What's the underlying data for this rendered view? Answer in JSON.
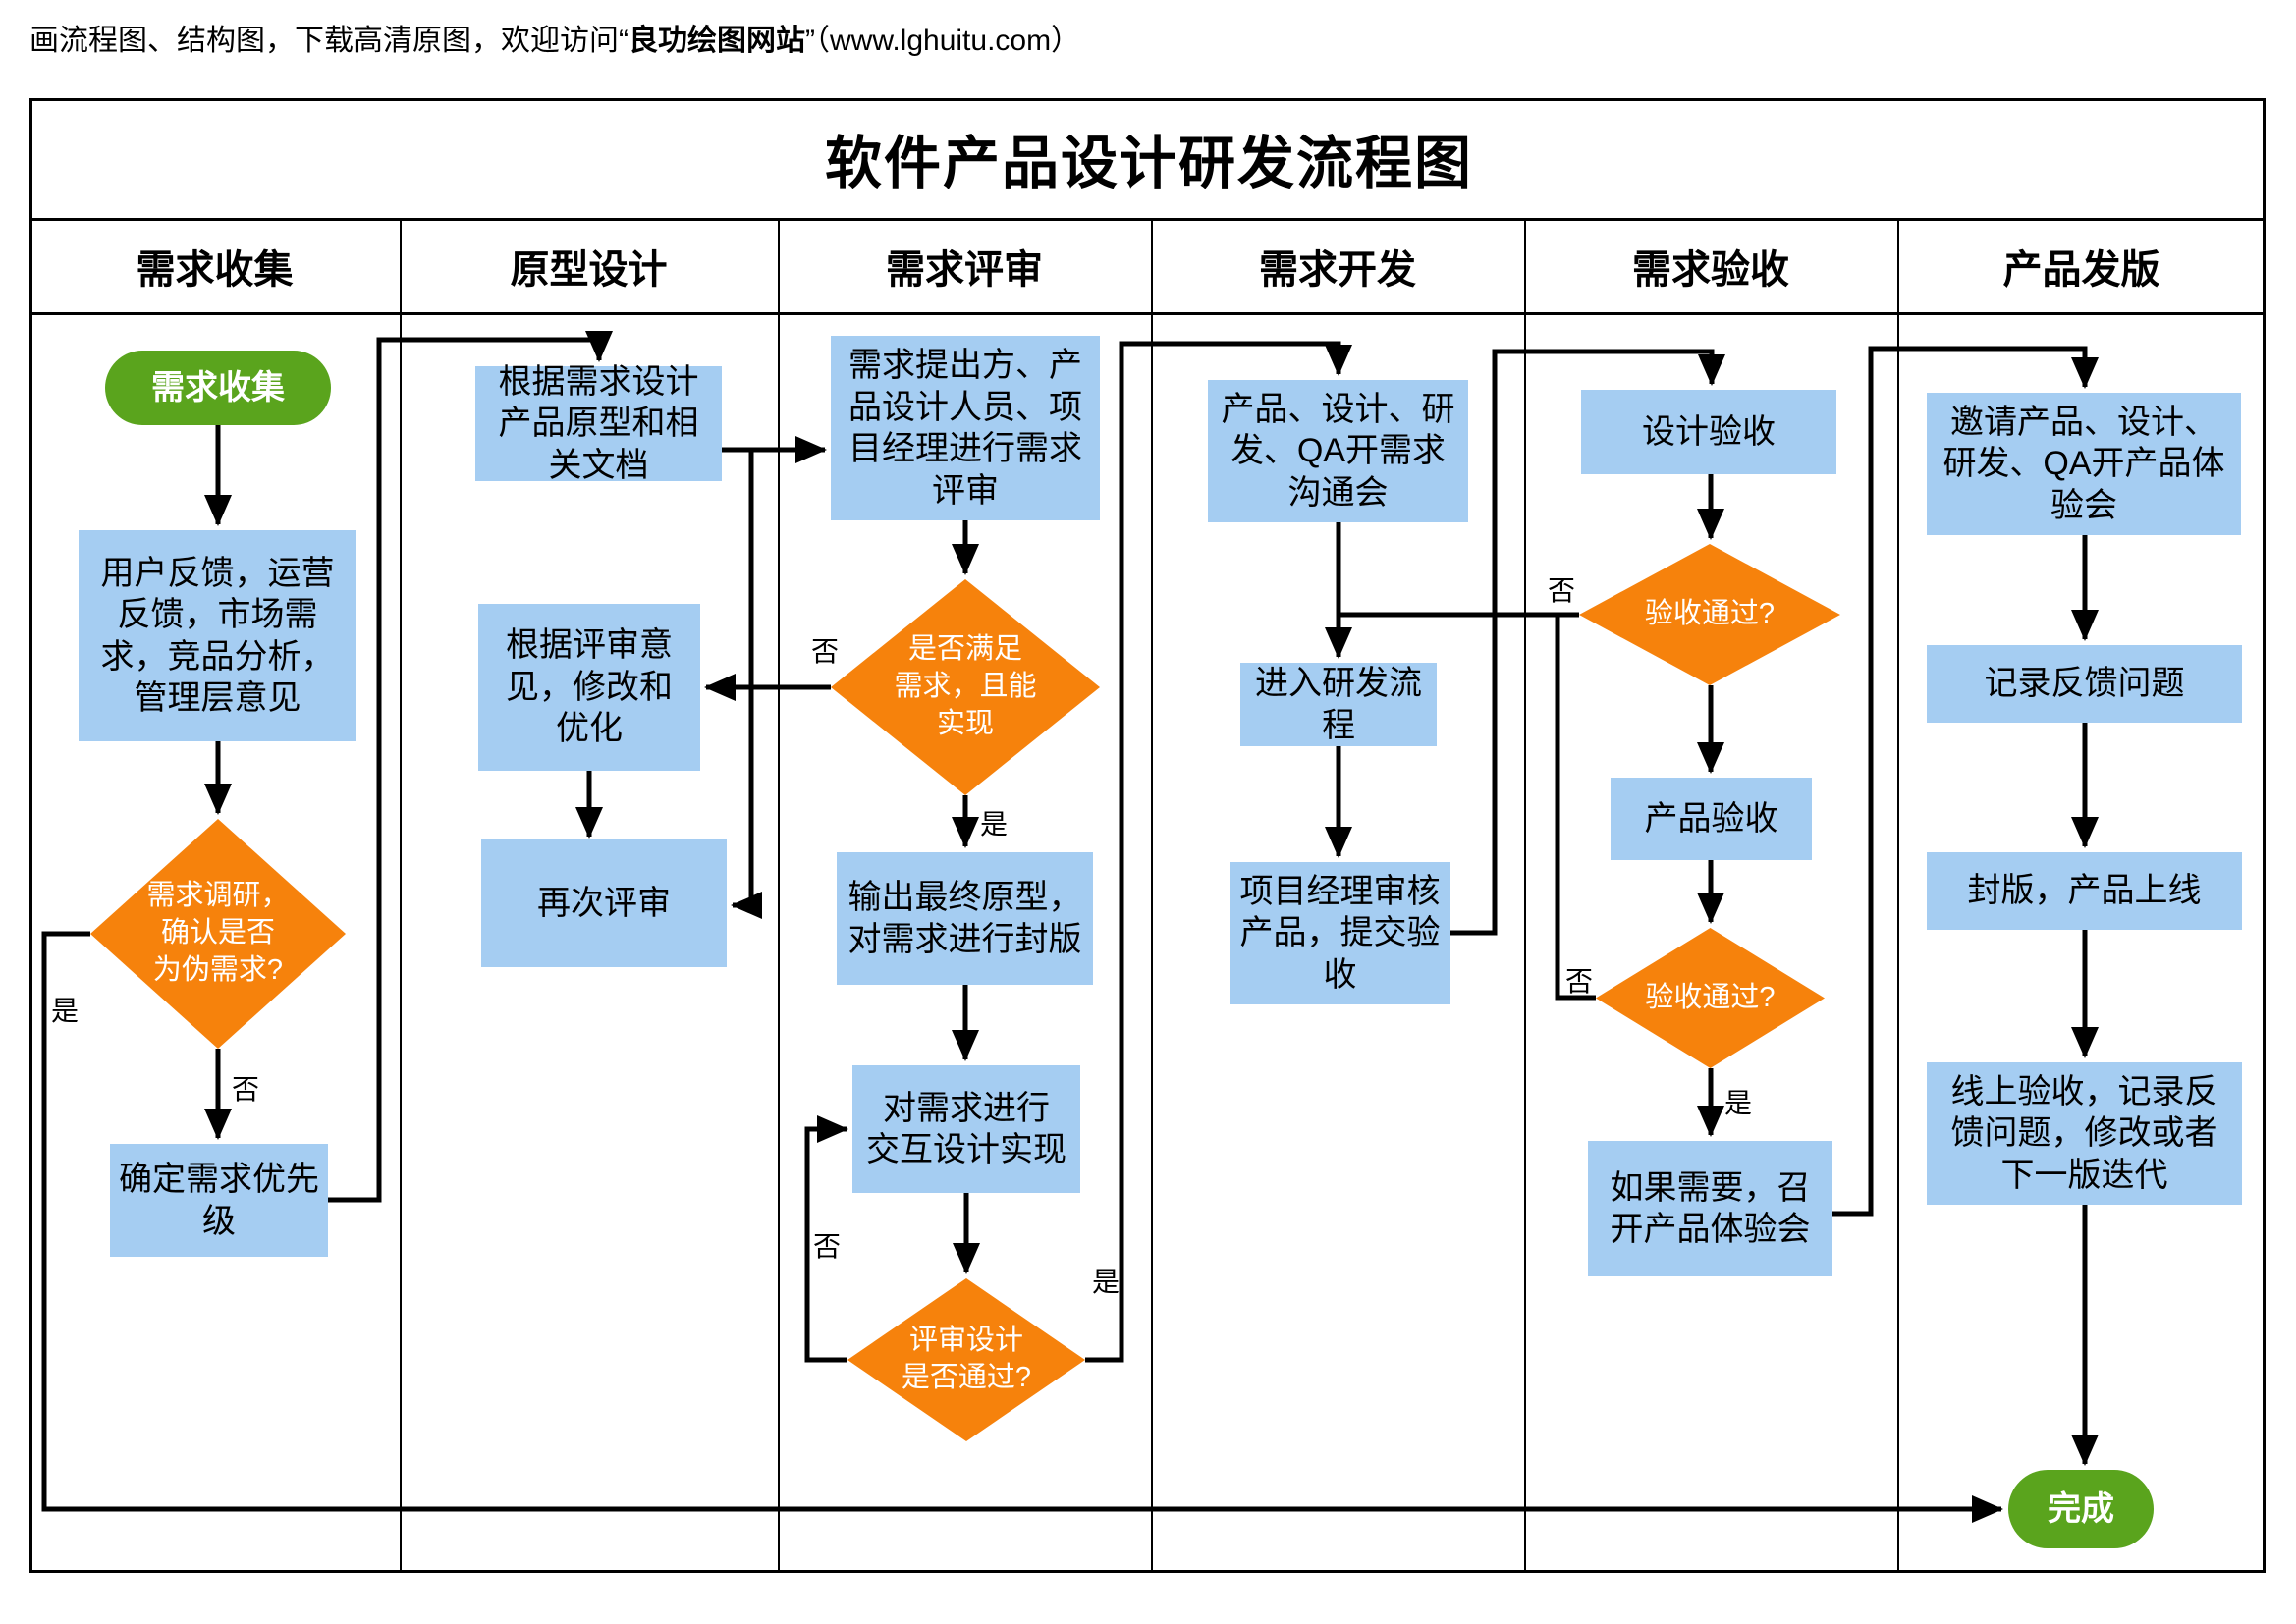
{
  "credit": {
    "prefix": "画流程图、结构图，下载高清原图，欢迎访问“",
    "site": "良功绘图网站",
    "suffix": "”（www.lghuitu.com）"
  },
  "title": "软件产品设计研发流程图",
  "columns": [
    "需求收集",
    "原型设计",
    "需求评审",
    "需求开发",
    "需求验收",
    "产品发版"
  ],
  "colors": {
    "process_fill": "#a5cdf2",
    "decision_fill": "#f6820c",
    "terminal_fill": "#5aa41d",
    "line": "#000000"
  },
  "nodes": [
    {
      "id": "start",
      "type": "terminal",
      "label": "需求收集"
    },
    {
      "id": "feedback-sources",
      "type": "process",
      "label": "用户反馈，运营\n反馈，市场需\n求，竞品分析，\n管理层意见"
    },
    {
      "id": "research-decision",
      "type": "decision",
      "label": "需求调研，\n确认是否\n为伪需求?"
    },
    {
      "id": "prioritize",
      "type": "process",
      "label": "确定需求优先\n级"
    },
    {
      "id": "design-prototype",
      "type": "process",
      "label": "根据需求设计\n产品原型和相\n关文档"
    },
    {
      "id": "revise-optimize",
      "type": "process",
      "label": "根据评审意\n见，修改和\n优化"
    },
    {
      "id": "re-review",
      "type": "process",
      "label": "再次评审"
    },
    {
      "id": "review-meeting",
      "type": "process",
      "label": "需求提出方、产\n品设计人员、项\n目经理进行需求\n评审"
    },
    {
      "id": "meets-needs-decision",
      "type": "decision",
      "label": "是否满足\n需求，且能\n实现"
    },
    {
      "id": "final-prototype",
      "type": "process",
      "label": "输出最终原型，\n对需求进行封版"
    },
    {
      "id": "interaction-design",
      "type": "process",
      "label": "对需求进行\n交互设计实现"
    },
    {
      "id": "design-review-decision",
      "type": "decision",
      "label": "评审设计\n是否通过?"
    },
    {
      "id": "kickoff-meeting",
      "type": "process",
      "label": "产品、设计、研\n发、QA开需求\n沟通会"
    },
    {
      "id": "enter-dev",
      "type": "process",
      "label": "进入研发流\n程"
    },
    {
      "id": "pm-review-submit",
      "type": "process",
      "label": "项目经理审核\n产品，提交验\n收"
    },
    {
      "id": "design-acceptance",
      "type": "process",
      "label": "设计验收"
    },
    {
      "id": "acceptance-decision-1",
      "type": "decision",
      "label": "验收通过?"
    },
    {
      "id": "product-acceptance",
      "type": "process",
      "label": "产品验收"
    },
    {
      "id": "acceptance-decision-2",
      "type": "decision",
      "label": "验收通过?"
    },
    {
      "id": "experience-meeting",
      "type": "process",
      "label": "如果需要，召\n开产品体验会"
    },
    {
      "id": "invite-experience",
      "type": "process",
      "label": "邀请产品、设计、\n研发、QA开产品体\n验会"
    },
    {
      "id": "record-feedback",
      "type": "process",
      "label": "记录反馈问题"
    },
    {
      "id": "freeze-launch",
      "type": "process",
      "label": "封版，产品上线"
    },
    {
      "id": "online-acceptance",
      "type": "process",
      "label": "线上验收，记录反\n馈问题，修改或者\n下一版迭代"
    },
    {
      "id": "complete",
      "type": "terminal",
      "label": "完成"
    }
  ],
  "edge_labels": [
    {
      "text": "是"
    },
    {
      "text": "否"
    },
    {
      "text": "否"
    },
    {
      "text": "是"
    },
    {
      "text": "否"
    },
    {
      "text": "是"
    },
    {
      "text": "否"
    },
    {
      "text": "否"
    },
    {
      "text": "是"
    }
  ]
}
